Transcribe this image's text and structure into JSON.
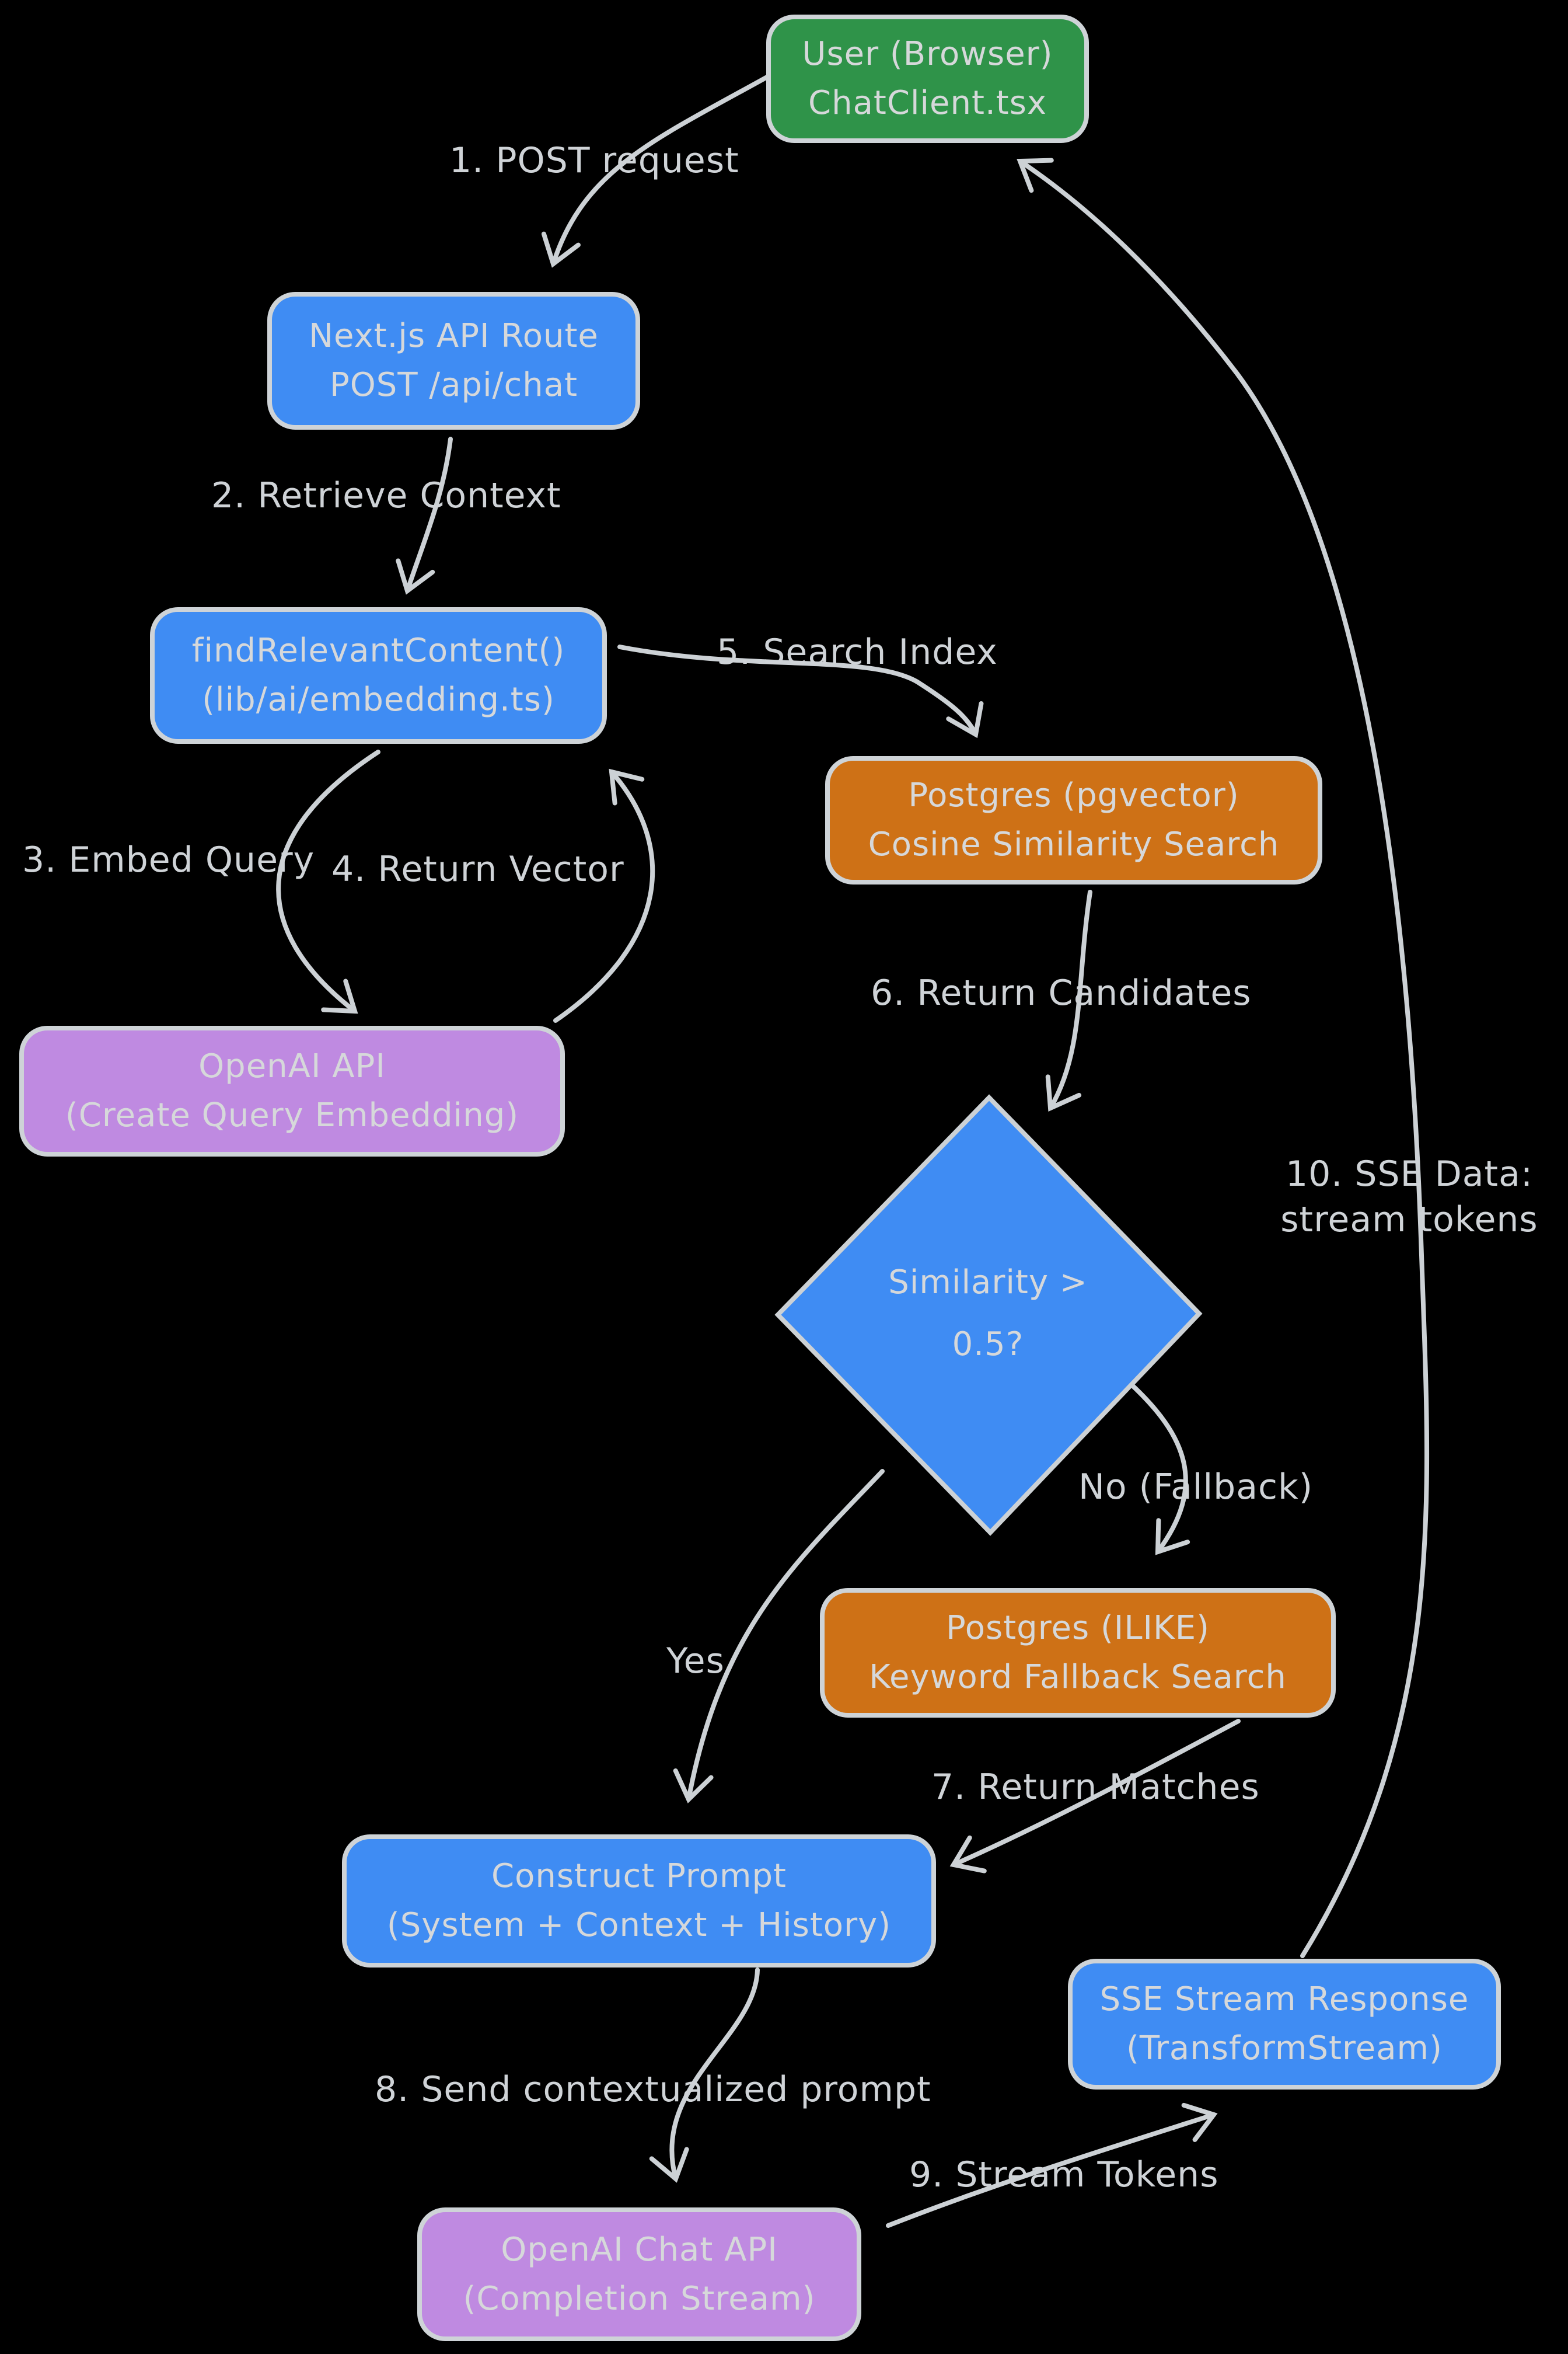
{
  "diagram": {
    "background": "#000000",
    "stroke_color": "#ccd1d5",
    "text_color": "#d6d8da",
    "colors": {
      "green": "#2f9349",
      "blue": "#3f8cf3",
      "orange": "#ce7116",
      "purple": "#bf8ae1"
    }
  },
  "nodes": {
    "user": {
      "line1": "User (Browser)",
      "line2": "ChatClient.tsx",
      "fill": "#2f9349"
    },
    "nextjs": {
      "line1": "Next.js API Route",
      "line2": "POST /api/chat",
      "fill": "#3f8cf3"
    },
    "find_relevant": {
      "line1": "findRelevantContent()",
      "line2": "(lib/ai/embedding.ts)",
      "fill": "#3f8cf3"
    },
    "openai_embed": {
      "line1": "OpenAI API",
      "line2": "(Create Query Embedding)",
      "fill": "#bf8ae1"
    },
    "pgvector": {
      "line1": "Postgres (pgvector)",
      "line2": "Cosine Similarity Search",
      "fill": "#ce7116"
    },
    "similarity_decision": {
      "line1": "Similarity >",
      "line2": "0.5?",
      "fill": "#3f8cf3"
    },
    "ilike": {
      "line1": "Postgres (ILIKE)",
      "line2": "Keyword Fallback Search",
      "fill": "#ce7116"
    },
    "construct_prompt": {
      "line1": "Construct Prompt",
      "line2": "(System + Context + History)",
      "fill": "#3f8cf3"
    },
    "sse_stream": {
      "line1": "SSE Stream Response",
      "line2": "(TransformStream)",
      "fill": "#3f8cf3"
    },
    "openai_chat": {
      "line1": "OpenAI Chat API",
      "line2": "(Completion Stream)",
      "fill": "#bf8ae1"
    }
  },
  "edge_labels": {
    "post_request": "1. POST request",
    "retrieve_context": "2. Retrieve Context",
    "embed_query": "3. Embed Query",
    "return_vector": "4. Return Vector",
    "search_index": "5. Search Index",
    "return_candidates": "6. Return Candidates",
    "no_fallback": "No (Fallback)",
    "yes": "Yes",
    "return_matches": "7. Return Matches",
    "send_prompt": "8. Send contextualized prompt",
    "stream_tokens": "9. Stream Tokens",
    "sse_data_line1": "10. SSE Data:",
    "sse_data_line2": "stream tokens"
  }
}
